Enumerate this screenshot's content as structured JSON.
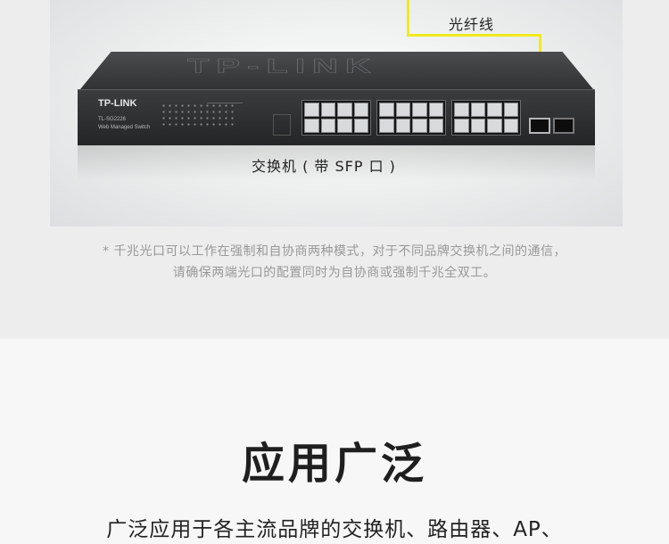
{
  "product_image": {
    "fiber_label": "光纤线",
    "switch_caption": "交换机 ( 带 SFP 口 )",
    "switch_brand": "TP-LINK",
    "switch_model": "TL-SG2226",
    "switch_description": "Web Managed Switch",
    "fiber_color": "#f2ea1c"
  },
  "footnote": {
    "line1": "* 千兆光口可以工作在强制和自协商两种模式，对于不同品牌交换机之间的通信，",
    "line2": "请确保两端光口的配置同时为自协商或强制千兆全双工。"
  },
  "application": {
    "title": "应用广泛",
    "body": "广泛应用于各主流品牌的交换机、路由器、AP、"
  }
}
